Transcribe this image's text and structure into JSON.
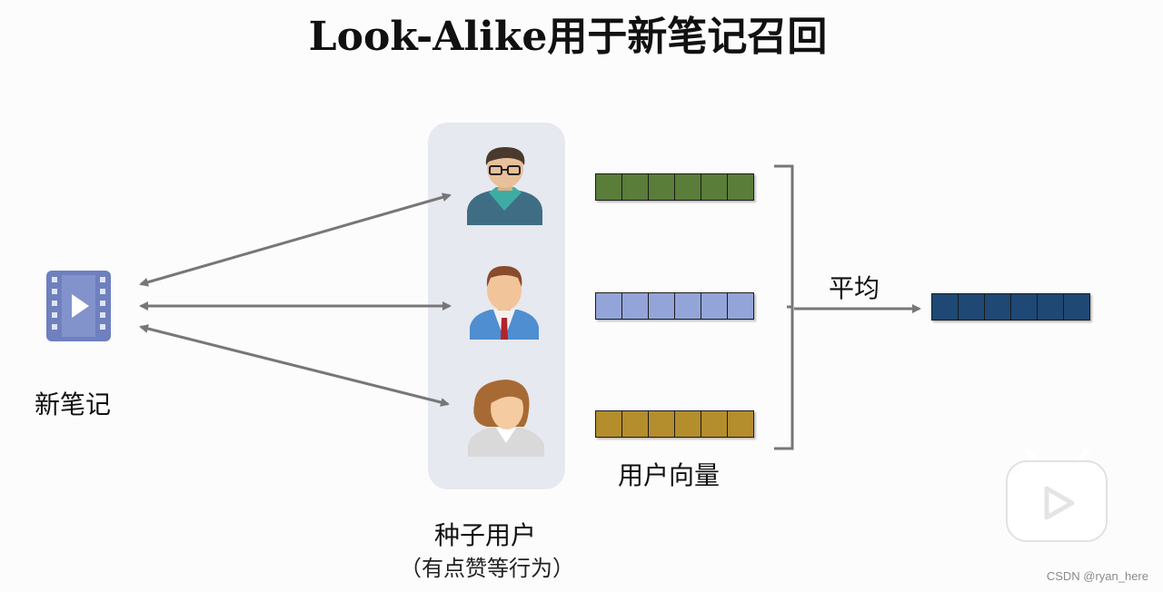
{
  "title": "Look-Alike用于新笔记召回",
  "new_note": {
    "label": "新笔记",
    "icon": "video-file-icon",
    "color": "#6f80bf"
  },
  "seed_users": {
    "label": "种子用户",
    "sublabel": "（有点赞等行为）",
    "users": [
      {
        "name": "user-glasses",
        "icon": "man-with-glasses-avatar-icon",
        "vector_color": "#5a7d3a"
      },
      {
        "name": "user-tie",
        "icon": "man-with-tie-avatar-icon",
        "vector_color": "#93a5d8"
      },
      {
        "name": "user-woman",
        "icon": "woman-avatar-icon",
        "vector_color": "#b48d2d"
      }
    ]
  },
  "user_vectors_label": "用户向量",
  "average": {
    "label": "平均",
    "vector_color": "#1f4874"
  },
  "vector_cells": 6,
  "watermark": "CSDN @ryan_here",
  "player_icon": "video-play-badge-icon"
}
